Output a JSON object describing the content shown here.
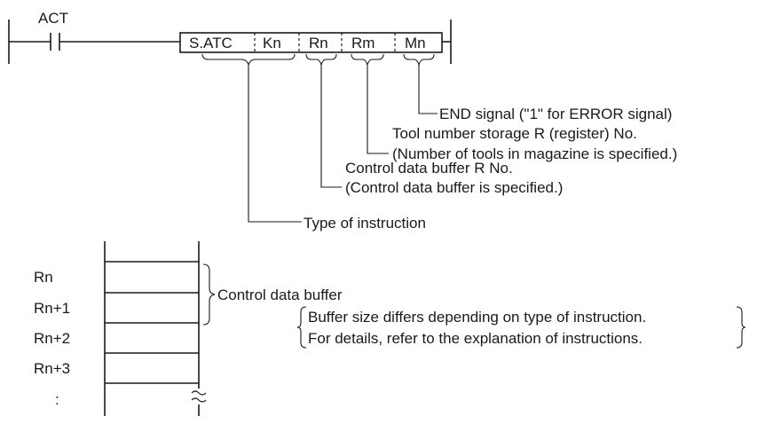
{
  "ladder": {
    "contact_label": "ACT",
    "instruction": [
      "S.ATC",
      "Kn",
      "Rn",
      "Rm",
      "Mn"
    ]
  },
  "callouts": {
    "end_signal": "END signal (\"1\" for ERROR signal)",
    "tool_storage_1": "Tool number storage R (register) No.",
    "tool_storage_2": "(Number of tools in magazine is specified.)",
    "control_buffer_1": "Control data buffer R No.",
    "control_buffer_2": "(Control data buffer is specified.)",
    "type_of_instruction": "Type of instruction"
  },
  "buffer_table": {
    "rows": [
      "Rn",
      "Rn+1",
      "Rn+2",
      "Rn+3",
      ":"
    ],
    "label": "Control data buffer",
    "note_1": "Buffer size differs depending on type of instruction.",
    "note_2": "For details, refer to the explanation of instructions."
  }
}
